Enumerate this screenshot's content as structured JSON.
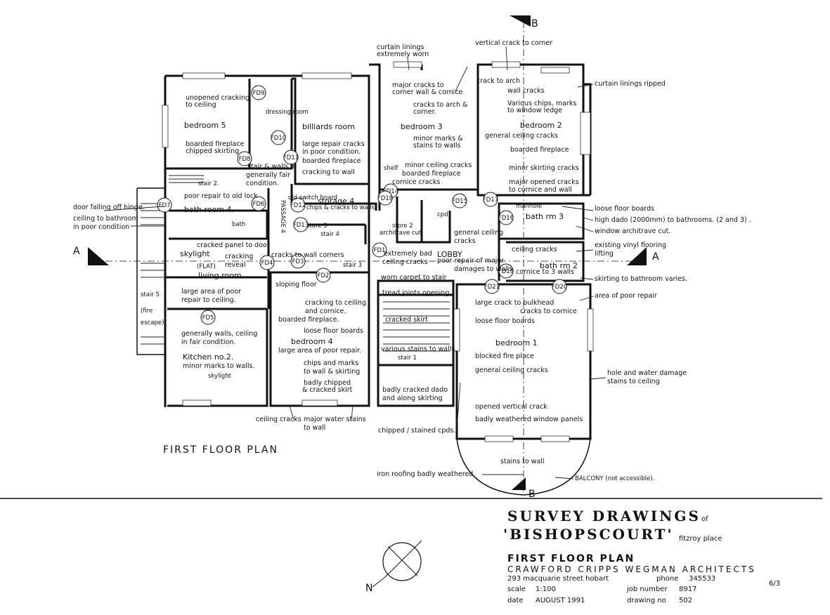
{
  "title_block": {
    "heading": "SURVEY DRAWINGS",
    "heading_of": "of",
    "project": "'BISHOPSCOURT'",
    "location": "fitzroy place",
    "drawing_title": "FIRST FLOOR PLAN",
    "firm": "CRAWFORD CRIPPS WEGMAN ARCHITECTS",
    "address": "293 macquarie street hobart",
    "phone_label": "phone",
    "phone": "345533",
    "scale_label": "scale",
    "scale": "1:100",
    "job_label": "job number",
    "job": "8917",
    "date_label": "date",
    "date": "AUGUST 1991",
    "drawing_label": "drawing no",
    "drawing_no": "502",
    "sheet": "6/3",
    "north": "N"
  },
  "plan_title": "FIRST FLOOR PLAN",
  "section_marks": {
    "a": "A",
    "b": "B"
  },
  "rooms": {
    "bedroom5": "bedroom 5",
    "dressing": "dressing room",
    "billiards": "billiards room",
    "bedroom3": "bedroom 3",
    "bedroom2": "bedroom 2",
    "bathroom4": "bath room 4.",
    "bath": "bath",
    "storage4": "storage 4",
    "store3": "store 3",
    "store2": "store 2",
    "cpd": "cpd",
    "bathrm3": "bath rm 3",
    "bathrm2": "bath rm 2",
    "living": "living room",
    "skylight": "skylight",
    "flat": "(FLAT)",
    "lobby": "LOBBY",
    "bedroom4": "bedroom 4",
    "bedroom1": "bedroom 1",
    "kitchen": "Kitchen no.2.",
    "skylight2": "skylight",
    "stair2": "stair 2.",
    "stair4": "stair 4",
    "stair3": "stair 3",
    "stair1": "stair 1",
    "stair5": "stair 5",
    "fire": "(fire",
    "escape": "escape)",
    "passage": "PASSAGE 4",
    "manhole": "manhole",
    "shelf": "shelf",
    "balcony": "BALCONY (not accessible)."
  },
  "doors": [
    "FD9",
    "FD10",
    "FD8",
    "FD11",
    "FD12",
    "FD13",
    "FD7",
    "FD6",
    "FD4",
    "FD3",
    "FD2",
    "FD5",
    "FD14",
    "FD15",
    "FD16",
    "FD17",
    "FD18",
    "FD19",
    "FD21",
    "FD20",
    "FD1"
  ],
  "notes": {
    "n1": "curtain linings",
    "n1b": "extremely worn",
    "n2": "vertical crack to corner",
    "n3": "curtain linings ripped",
    "n4": "major cracks to",
    "n4b": "corner wall & cornice",
    "n5": "crack to arch",
    "n6": "wall cracks",
    "n7": "unopened cracking",
    "n7b": "to ceiling",
    "n8": "cracks to arch &",
    "n8b": "corner.",
    "n9": "Various chips, marks",
    "n9b": "to window ledge",
    "n10": "general ceiling cracks",
    "n11": "boarded fireplace",
    "n11b": "chipped skirting",
    "n12": "large repair cracks",
    "n12b": "in poor condition.",
    "n13": "boarded fireplace",
    "n14": "minor marks &",
    "n14b": "stains to walls",
    "n15": "boarded fireplace",
    "n16": "stair & walls in",
    "n16b": "generally fair",
    "n16c": "condition.",
    "n17": "cracking to wall",
    "n18": "minor ceiling cracks",
    "n19": "boarded fireplace",
    "n20": "cornice cracks",
    "n21": "minor skirting cracks",
    "n22": "major opened cracks",
    "n22b": "to cornice and wall",
    "n23": "poor repair to old lock",
    "n24": "old switch board",
    "n25": "chips & cracks to walls",
    "n26": "door falling off hinge.",
    "n27": "ceiling to bathroom",
    "n27b": "in poor condition",
    "n28": "loose floor boards",
    "n29": "high dado (2000mm) to bathrooms. (2 and 3) .",
    "n30": "window architrave cut.",
    "n31": "existing vinyl flooring",
    "n31b": "lifting",
    "n32": "cracked panel to door",
    "n33": "cracking",
    "n33b": "reveal",
    "n34": "cracks to wall corners",
    "n35": "general ceiling",
    "n35b": "cracks",
    "n36": "extremely bad",
    "n36b": "ceiling cracks",
    "n37": "poor repair of major",
    "n37b": "damages to walls",
    "n38": "ceiling cracks",
    "n39": "cornice to 3 walls",
    "n40": "skirting to bathroom varies.",
    "n41": "area of poor repair",
    "n42": "sloping floor",
    "n43": "large area of poor",
    "n43b": "repair to ceiling.",
    "n44": "cracking to ceiling",
    "n44b": "and cornice.",
    "n45": "boarded fireplace.",
    "n46": "worn carpet to stair",
    "n47": "tread joints opening",
    "n48": "large crack to bulkhead",
    "n49": "cracks to cornice",
    "n50": "loose floor boards",
    "n51": "cracked skirt",
    "n52": "loose floor boards",
    "n53": "generally walls, ceiling",
    "n53b": "in fair condition.",
    "n54": "large area of poor repair.",
    "n55": "various stains to walls.",
    "n56": "blocked fire place",
    "n57": "minor marks to walls.",
    "n58": "chips and marks",
    "n58b": "to wall & skirting",
    "n59": "general ceiling cracks",
    "n60": "hole and water damage",
    "n60b": "stains to ceiling",
    "n61": "badly chipped",
    "n61b": "& cracked skirt",
    "n62": "badly cracked dado",
    "n62b": "and along skirting",
    "n63": "opened vertical crack",
    "n64": "badly weathered window panels",
    "n65": "ceiling cracks",
    "n66": "major water stains",
    "n66b": "to wall",
    "n67": "chipped / stained cpds.",
    "n68": "stains to wall",
    "n69": "iron roofing badly weathered",
    "n70": "architrave cut"
  }
}
